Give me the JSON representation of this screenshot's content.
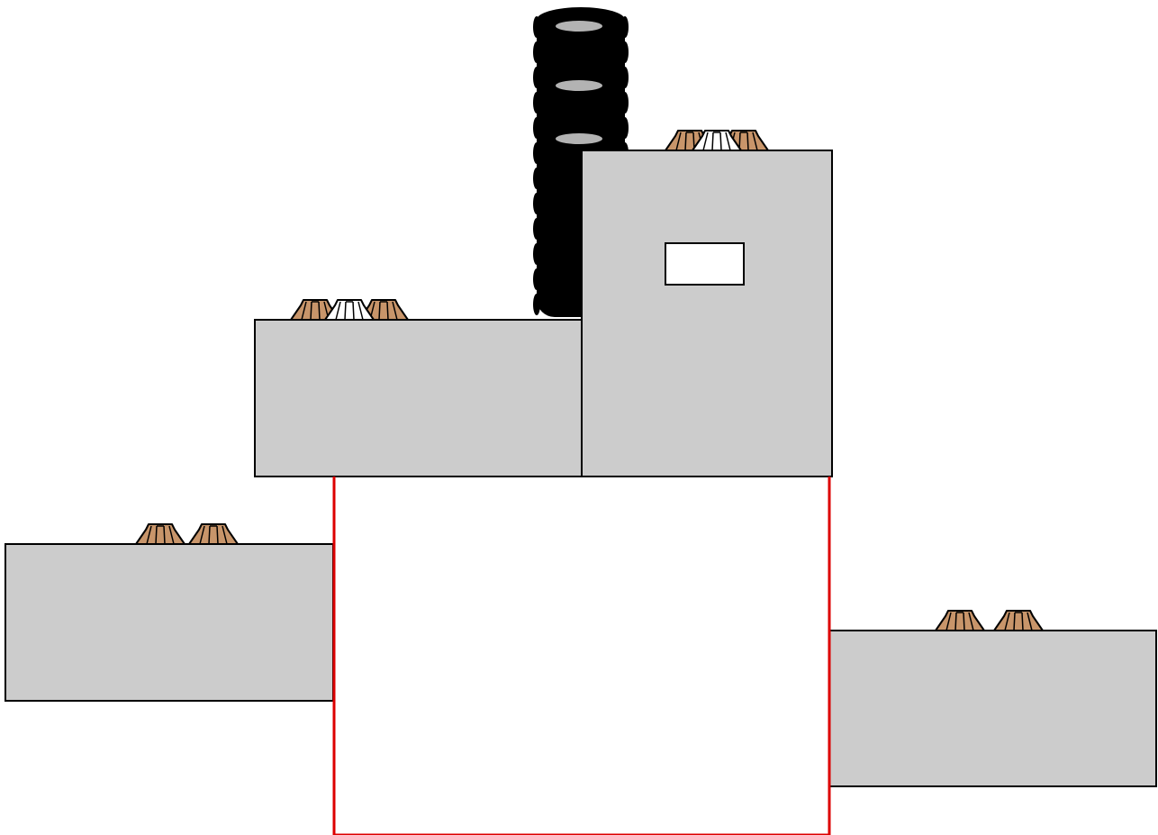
{
  "colors": {
    "background": "#ffffff",
    "block_fill": "#cccccc",
    "outline": "#000000",
    "conductor_red": "#dd0000",
    "bushing_brown": "#c8956a",
    "bushing_white": "#ffffff",
    "stack_black": "#000000",
    "stack_disc_gray": "#b3b3b3",
    "nameplate_fill": "#ffffff"
  },
  "components": [
    {
      "name": "upper-left-block",
      "bushings": [
        "brown",
        "white",
        "brown"
      ]
    },
    {
      "name": "upper-right-block",
      "bushings": [
        "brown",
        "white",
        "brown"
      ],
      "has_nameplate": true
    },
    {
      "name": "lower-left-block",
      "bushings": [
        "brown",
        "brown"
      ]
    },
    {
      "name": "lower-right-block",
      "bushings": [
        "brown",
        "brown"
      ]
    },
    {
      "name": "black-stack"
    },
    {
      "name": "red-conductor-loop"
    }
  ]
}
